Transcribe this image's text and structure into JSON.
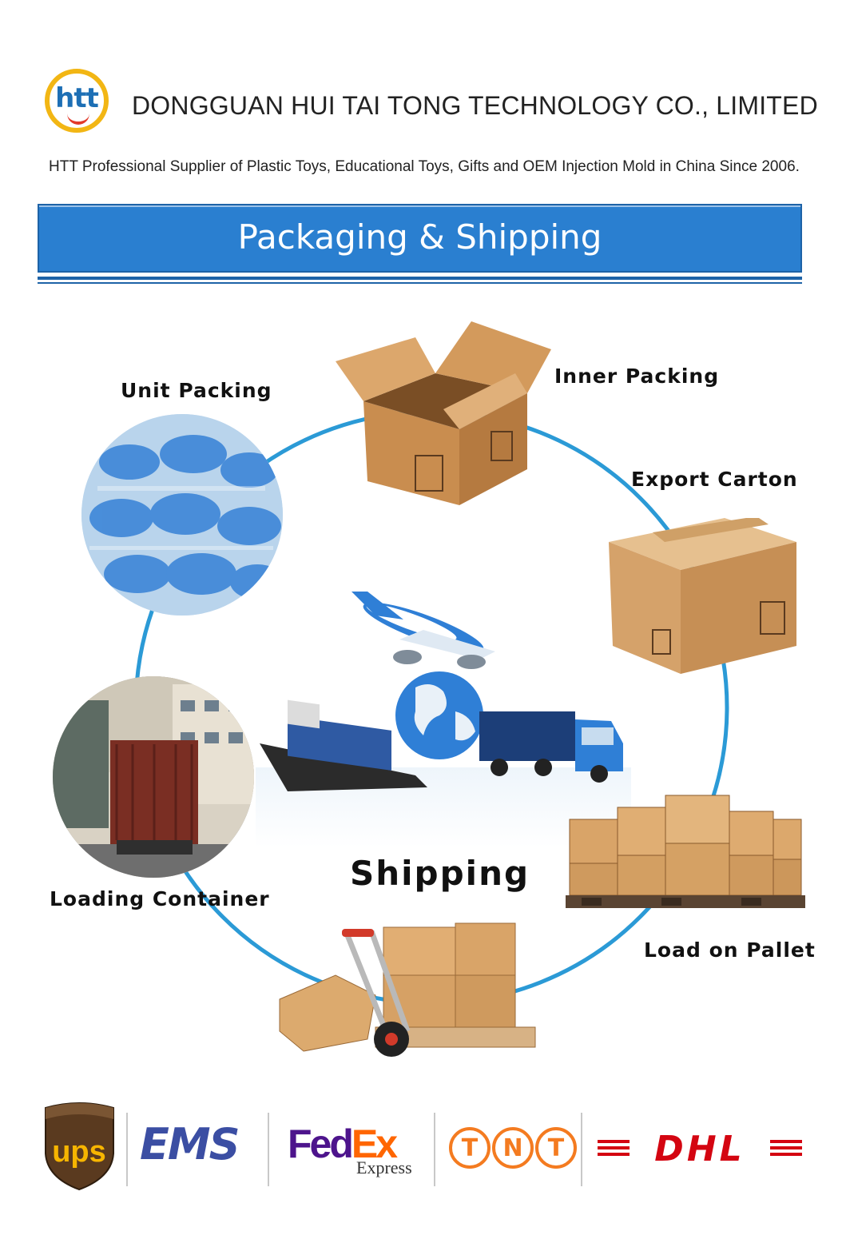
{
  "header": {
    "logo_text": "htt",
    "company_name": "DONGGUAN HUI TAI TONG TECHNOLOGY CO., LIMITED",
    "tagline": "HTT Professional Supplier of Plastic Toys, Educational Toys, Gifts and OEM Injection Mold in China Since 2006."
  },
  "banner": {
    "title": "Packaging & Shipping"
  },
  "steps": {
    "unit_packing": "Unit  Packing",
    "inner_packing": "Inner Packing",
    "export_carton": "Export  Carton",
    "load_on_pallet": "Load on Pallet",
    "loading_container": "Loading Container",
    "shipping": "Shipping"
  },
  "carriers": {
    "ups": "ups",
    "ems": "EMS",
    "fedex_fed": "Fed",
    "fedex_ex": "Ex",
    "fedex_express": "Express",
    "tnt_t1": "T",
    "tnt_n": "N",
    "tnt_t2": "T",
    "dhl": "DHL"
  },
  "colors": {
    "banner_blue": "#2a7fd0",
    "cycle_blue": "#2b9ad6",
    "logo_yellow": "#f2b614",
    "logo_blue": "#1d6fb5",
    "cardboard": "#d6a36a",
    "fedex_purple": "#4d148c",
    "fedex_orange": "#ff6600",
    "tnt_orange": "#f47b20",
    "dhl_red": "#d40511",
    "ups_brown": "#5a3a1f",
    "ups_gold": "#f7b500"
  }
}
